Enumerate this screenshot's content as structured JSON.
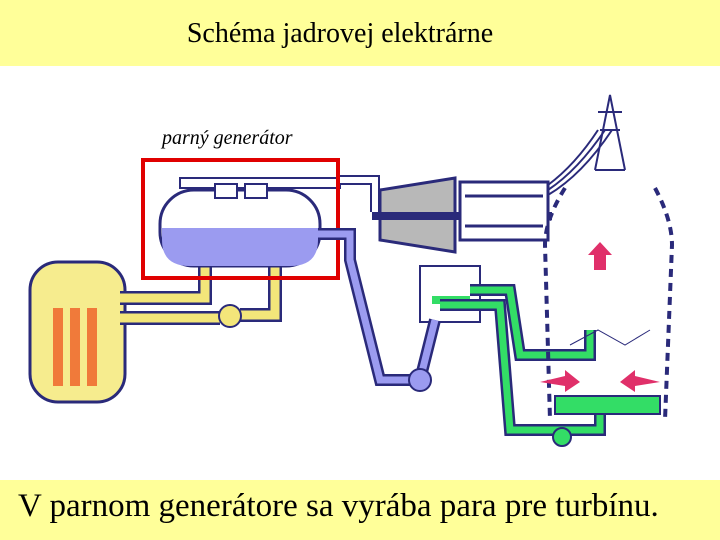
{
  "title": "Schéma jadrovej elektrárne",
  "diagram": {
    "label_steam_generator": "parný generátor",
    "highlight_color": "#e00000",
    "colors": {
      "water_primary": "#f3e67a",
      "water_secondary": "#9b9bf0",
      "cooling": "#33dd66",
      "reactor_fuel": "#f07a3a",
      "arrows": "#e0306a"
    },
    "icons": [
      "reactor-icon",
      "steam-generator-icon",
      "turbine-icon",
      "generator-icon",
      "pylon-icon",
      "cooling-tower-icon",
      "pump-icon",
      "condenser-icon"
    ]
  },
  "caption": "V parnom generátore sa vyrába para pre turbínu."
}
